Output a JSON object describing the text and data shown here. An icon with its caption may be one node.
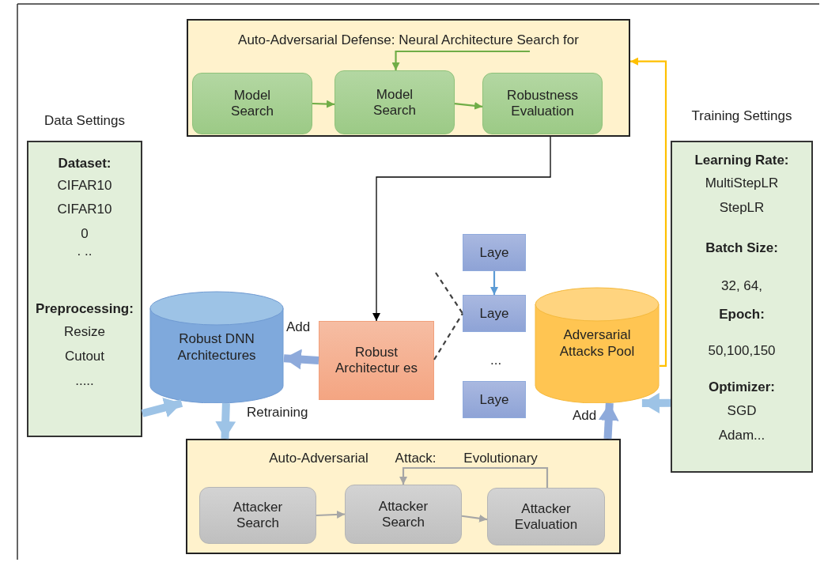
{
  "diagram": {
    "nodes": [
      {
        "text": [
          "Auto-Adversarial Defense: Neural Architecture Search for"
        ]
      },
      {
        "text": [
          "Model Search"
        ],
        "in": 0
      },
      {
        "text": [
          "Model Search"
        ],
        "in": 0
      },
      {
        "text": [
          "Robustness Evaluation"
        ],
        "in": 0
      },
      {
        "text": [
          "Data Settings",
          "Dataset:",
          "CIFAR10",
          "CIFAR10",
          "0",
          ". ..",
          "Preprocessing:",
          "Resize",
          "Cutout",
          "....."
        ]
      },
      {
        "text": [
          "Robust DNN Architectures"
        ]
      },
      {
        "text": [
          "Robust Architectur es"
        ]
      },
      {
        "text": [
          "Laye"
        ]
      },
      {
        "text": [
          "Laye"
        ]
      },
      {
        "text": [
          "Laye"
        ]
      },
      {
        "text": [
          "Adversarial Attacks Pool"
        ]
      },
      {
        "text": [
          "Training Settings",
          "Learning Rate:",
          "MultiStepLR",
          "StepLR",
          "Batch Size:",
          "32, 64,",
          "Epoch:",
          "50,100,150",
          "Optimizer:",
          "SGD",
          "Adam..."
        ]
      },
      {
        "text": [
          "Auto-Adversarial Attack: Evolutionary"
        ]
      },
      {
        "text": [
          "Attacker Search"
        ],
        "in": 12
      },
      {
        "text": [
          "Attacker Search"
        ],
        "in": 12
      },
      {
        "text": [
          "Attacker Evaluation"
        ],
        "in": 12
      }
    ],
    "edges": [
      {
        "from": 1,
        "to": 2,
        "arrow": "to",
        "color": "#70ad47"
      },
      {
        "from": 2,
        "to": 3,
        "arrow": "to",
        "color": "#70ad47"
      },
      {
        "from": null,
        "to": 2,
        "arrow": "to",
        "color": "#70ad47"
      },
      {
        "from": 0,
        "to": 6,
        "arrow": "to",
        "color": "#000000"
      },
      {
        "from": 6,
        "to": 5,
        "arrow": "to",
        "label": "Add",
        "style": "thick",
        "color": "#8eaadb"
      },
      {
        "from": 7,
        "to": 8,
        "arrow": "to",
        "color": "#5b9bd5"
      },
      {
        "from": 6,
        "to": 8,
        "arrow": "none",
        "style": "dashed",
        "color": "#404040"
      },
      {
        "from": 4,
        "to": 5,
        "arrow": "to",
        "style": "thick",
        "color": "#9dc3e6"
      },
      {
        "from": 5,
        "to": 12,
        "arrow": "to",
        "label": "Retraining",
        "style": "thick",
        "color": "#9dc3e6"
      },
      {
        "from": 10,
        "to": 0,
        "arrow": "to",
        "color": "#ffc000"
      },
      {
        "from": 11,
        "to": 10,
        "arrow": "to",
        "style": "thick",
        "color": "#9dc3e6"
      },
      {
        "from": 12,
        "to": 10,
        "arrow": "to",
        "label": "Add",
        "style": "thick",
        "color": "#8eaadb"
      },
      {
        "from": 13,
        "to": 14,
        "arrow": "to",
        "color": "#a6a6a6"
      },
      {
        "from": 14,
        "to": 15,
        "arrow": "to",
        "color": "#a6a6a6"
      },
      {
        "from": 15,
        "to": 14,
        "arrow": "to",
        "color": "#a6a6a6"
      }
    ],
    "labels": [
      "..."
    ]
  }
}
